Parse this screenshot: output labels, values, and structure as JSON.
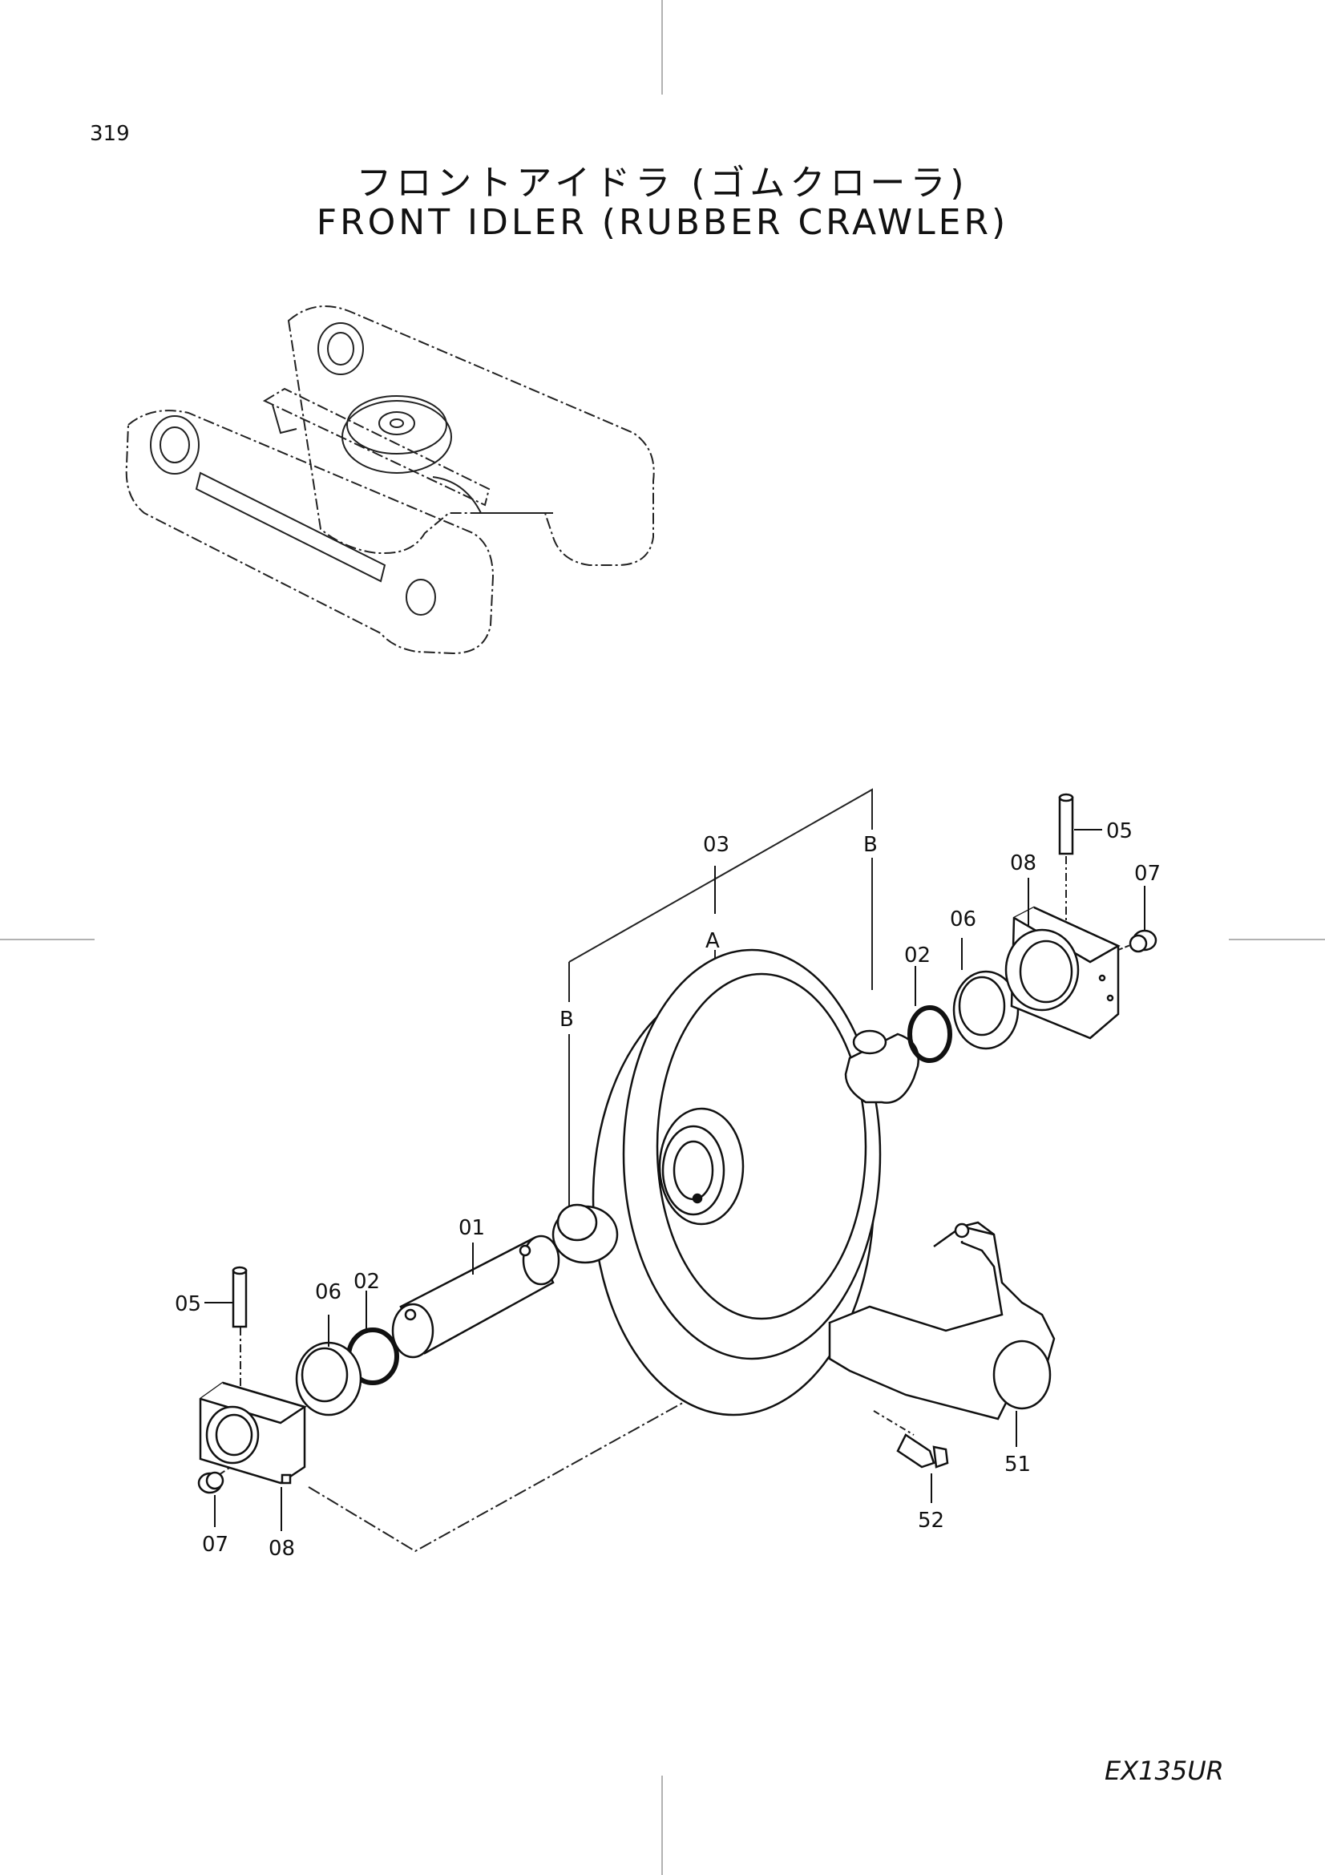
{
  "page_number": "319",
  "title_jp": "フロントアイドラ (ゴムクローラ)",
  "title_en": "FRONT IDLER (RUBBER CRAWLER)",
  "model": "EX135UR",
  "callouts": {
    "p01": "01",
    "p02_left": "02",
    "p02_right": "02",
    "p03": "03",
    "p05_left": "05",
    "p05_right": "05",
    "p06_left": "06",
    "p06_right": "06",
    "p07_left": "07",
    "p07_right": "07",
    "p08_left": "08",
    "p08_right": "08",
    "p51": "51",
    "p52": "52",
    "ref_a": "A",
    "ref_b_left": "B",
    "ref_b_right": "B"
  }
}
